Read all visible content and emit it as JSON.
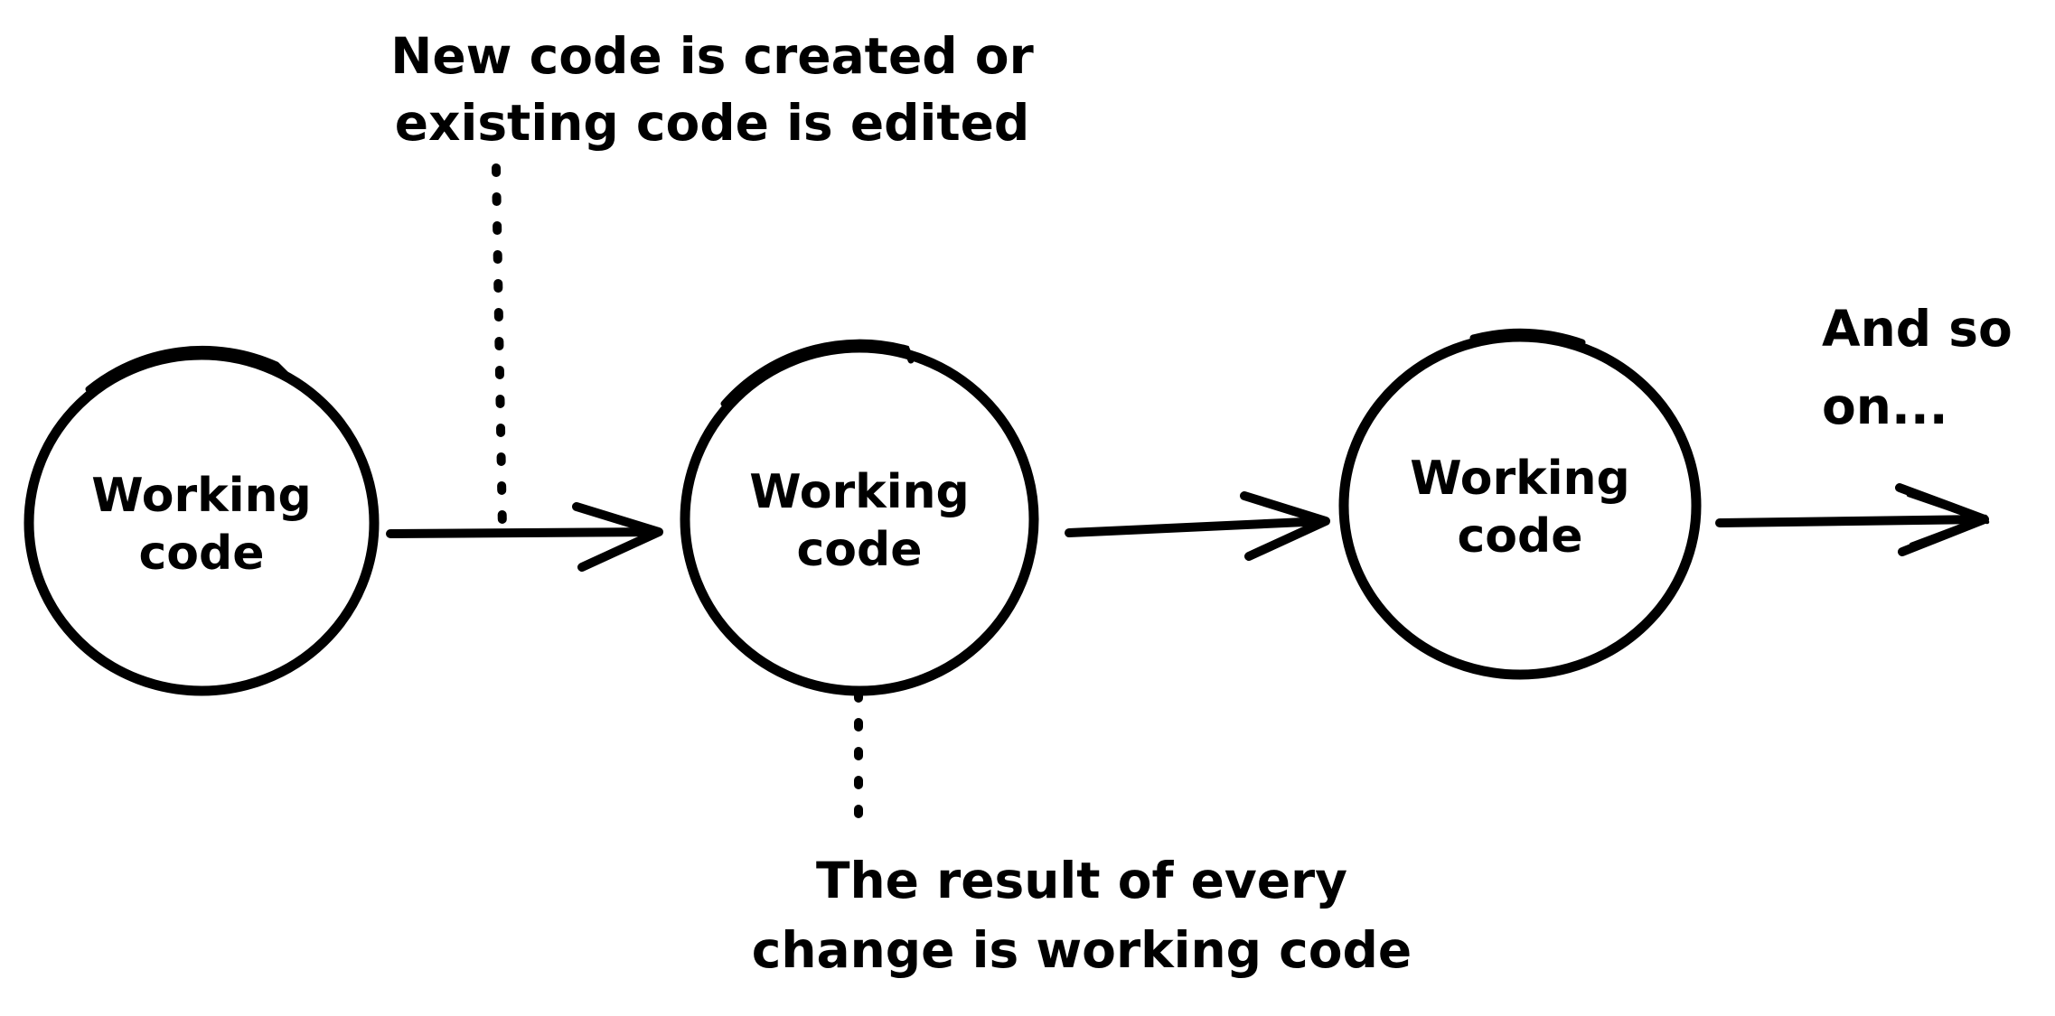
{
  "canvas": {
    "background_color": "#ffffff",
    "ink_color": "#000000"
  },
  "nodes": [
    {
      "label": "Working code",
      "line1": "Working",
      "line2": "code"
    },
    {
      "label": "Working code",
      "line1": "Working",
      "line2": "code"
    },
    {
      "label": "Working code",
      "line1": "Working",
      "line2": "code"
    }
  ],
  "annotations": {
    "top": {
      "line1": "New code is created or",
      "line2": "existing code is edited"
    },
    "bottom": {
      "line1": "The result of every",
      "line2": "change is working code"
    },
    "side": {
      "line1": "And so",
      "line2": "on..."
    }
  }
}
